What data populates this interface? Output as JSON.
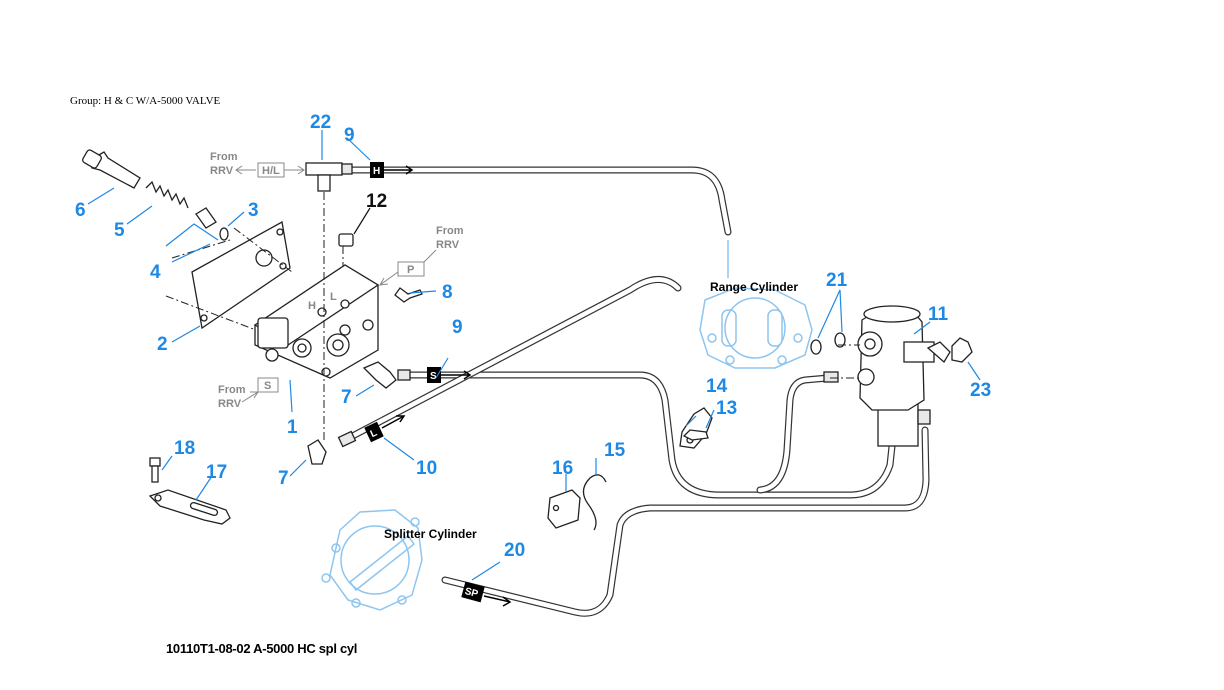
{
  "group_label": "Group: H & C W/A-5000 VALVE",
  "figure_caption": "10110T1-08-02 A-5000 HC spl cyl",
  "cylinders": {
    "range": "Range Cylinder",
    "splitter": "Splitter  Cylinder"
  },
  "ports": {
    "from_text": "From",
    "rrv_text": "RRV",
    "hl_tag": "H/L",
    "p_tag": "P",
    "s_tag": "S",
    "h_mark": "H",
    "l_mark": "L"
  },
  "line_flags": {
    "h": "H",
    "s": "S",
    "l": "L",
    "sp": "SP"
  },
  "callouts": {
    "c1": "1",
    "c2": "2",
    "c3": "3",
    "c4": "4",
    "c5": "5",
    "c6": "6",
    "c7": "7",
    "c8": "8",
    "c9": "9",
    "c10": "10",
    "c11": "11",
    "c12": "12",
    "c13": "13",
    "c14": "14",
    "c15": "15",
    "c16": "16",
    "c17": "17",
    "c18": "18",
    "c20": "20",
    "c21": "21",
    "c22": "22",
    "c23": "23"
  },
  "colors": {
    "callout_blue": "#1e88e5",
    "ghost_blue": "#8ec5ef",
    "label_gray": "#888888"
  }
}
